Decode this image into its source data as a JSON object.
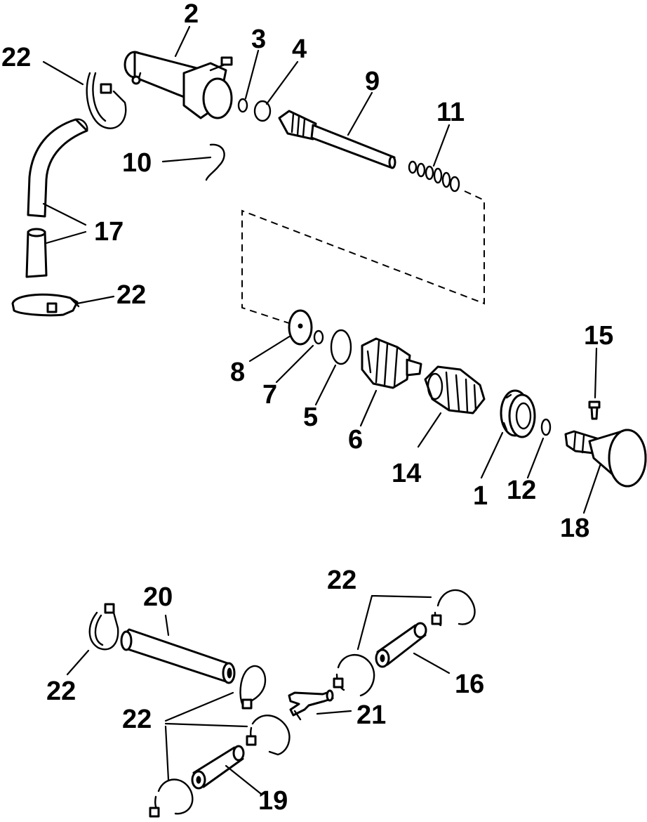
{
  "callouts": {
    "c1": "1",
    "c2": "2",
    "c3": "3",
    "c4": "4",
    "c5": "5",
    "c6": "6",
    "c7": "7",
    "c8": "8",
    "c9": "9",
    "c10": "10",
    "c11": "11",
    "c12": "12",
    "c14": "14",
    "c15": "15",
    "c16": "16",
    "c17": "17",
    "c18": "18",
    "c19": "19",
    "c20": "20",
    "c21": "21",
    "c22a": "22",
    "c22b": "22",
    "c22c": "22",
    "c22d": "22",
    "c22e": "22"
  },
  "colors": {
    "ink": "#000000",
    "paper": "#ffffff"
  }
}
